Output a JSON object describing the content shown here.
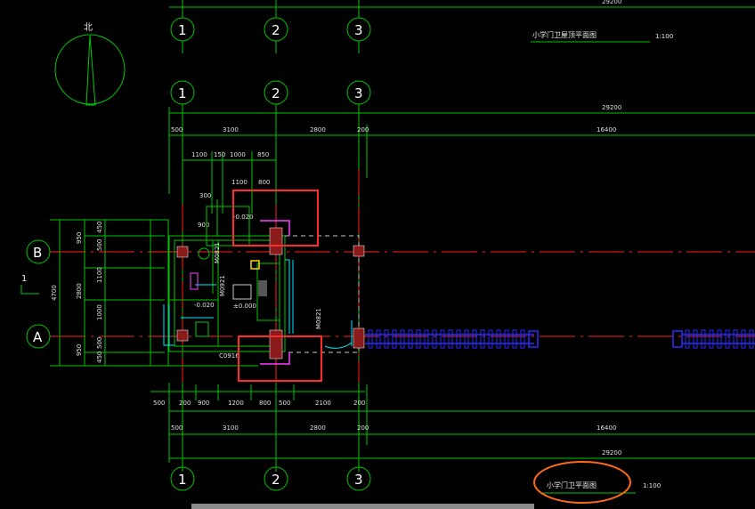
{
  "drawing": {
    "north_label": "北",
    "top_title": "小学门卫屋顶平面图",
    "top_scale": "1:100",
    "bottom_title": "小学门卫平面图",
    "bottom_scale": "1:100",
    "overall_dim": "29200",
    "grid_axes": {
      "cols": [
        "1",
        "2",
        "3"
      ],
      "rows": [
        "B",
        "A"
      ],
      "side_mark": "1"
    },
    "dims_upper_row": [
      "500",
      "3100",
      "2800",
      "200",
      "16400"
    ],
    "dims_sub_row": [
      "1100",
      "150",
      "1000",
      "850"
    ],
    "dims_lower_row": [
      "500",
      "200",
      "900",
      "1200",
      "800",
      "500",
      "2100",
      "200"
    ],
    "dims_bottom_row": [
      "500",
      "3100",
      "2800",
      "200",
      "16400"
    ],
    "dims_left_outer": [
      "4700"
    ],
    "dims_left_mid": [
      "950",
      "2800",
      "950"
    ],
    "dims_left_inner": [
      "450",
      "500",
      "1100",
      "1000",
      "500",
      "450"
    ],
    "misc_dims": [
      "300",
      "900",
      "1100",
      "800"
    ],
    "elevations": [
      "-0.020",
      "-0.020",
      "±0.000"
    ],
    "room_labels": [
      "M0821",
      "M0921",
      "M0821",
      "C0916"
    ],
    "colors": {
      "lines": "#00c800",
      "axis": "#ff2020",
      "highlight_box": "#ff2a2a",
      "annotation_circle": "#ff6a1a",
      "fence": "#2a2aff",
      "column": "#8b1a1a"
    }
  }
}
